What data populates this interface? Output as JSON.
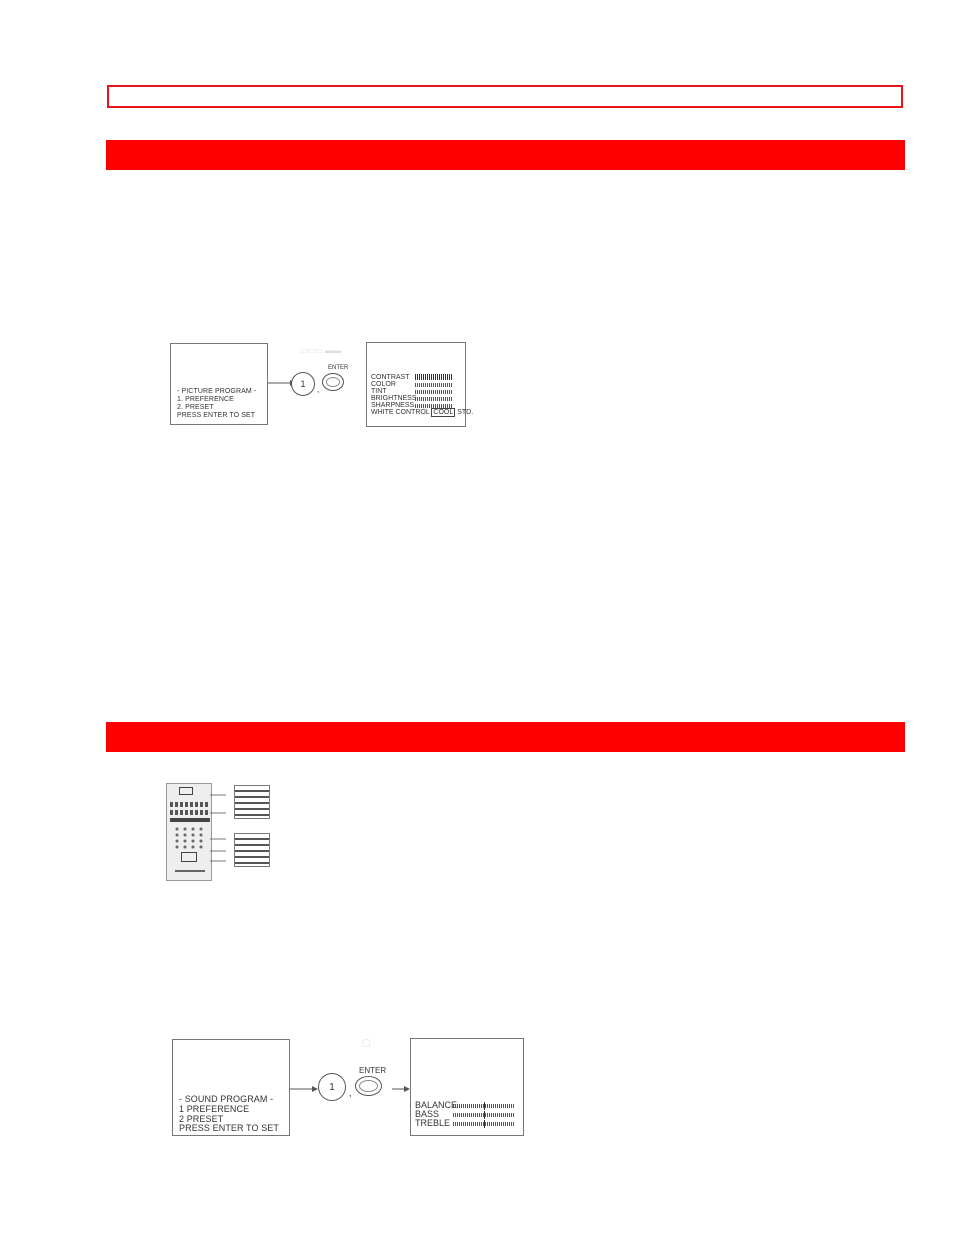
{
  "picture": {
    "left_screen": {
      "lines": [
        "- PICTURE PROGRAM -",
        "1. PREFERENCE",
        "2. PRESET",
        "PRESS ENTER TO SET"
      ]
    },
    "button_number": "1",
    "comma": ",",
    "enter_label": "ENTER",
    "right_screen": {
      "items": [
        {
          "label": "CONTRAST"
        },
        {
          "label": "COLOR"
        },
        {
          "label": "TINT"
        },
        {
          "label": "BRIGHTNESS"
        },
        {
          "label": "SHARPNESS"
        }
      ],
      "white_control_label": "WHITE CONTROL",
      "white_control_selected": "COOL",
      "white_control_other": "STD."
    }
  },
  "sound": {
    "left_screen": {
      "lines": [
        "- SOUND PROGRAM -",
        "1  PREFERENCE",
        "2  PRESET",
        "PRESS ENTER TO SET"
      ]
    },
    "button_number": "1",
    "comma": ",",
    "enter_label": "ENTER",
    "right_screen": {
      "items": [
        {
          "label": "BALANCE"
        },
        {
          "label": "BASS"
        },
        {
          "label": "TREBLE"
        }
      ]
    }
  },
  "colors": {
    "accent": "#ff0000",
    "frame_border": "#e8141a"
  }
}
